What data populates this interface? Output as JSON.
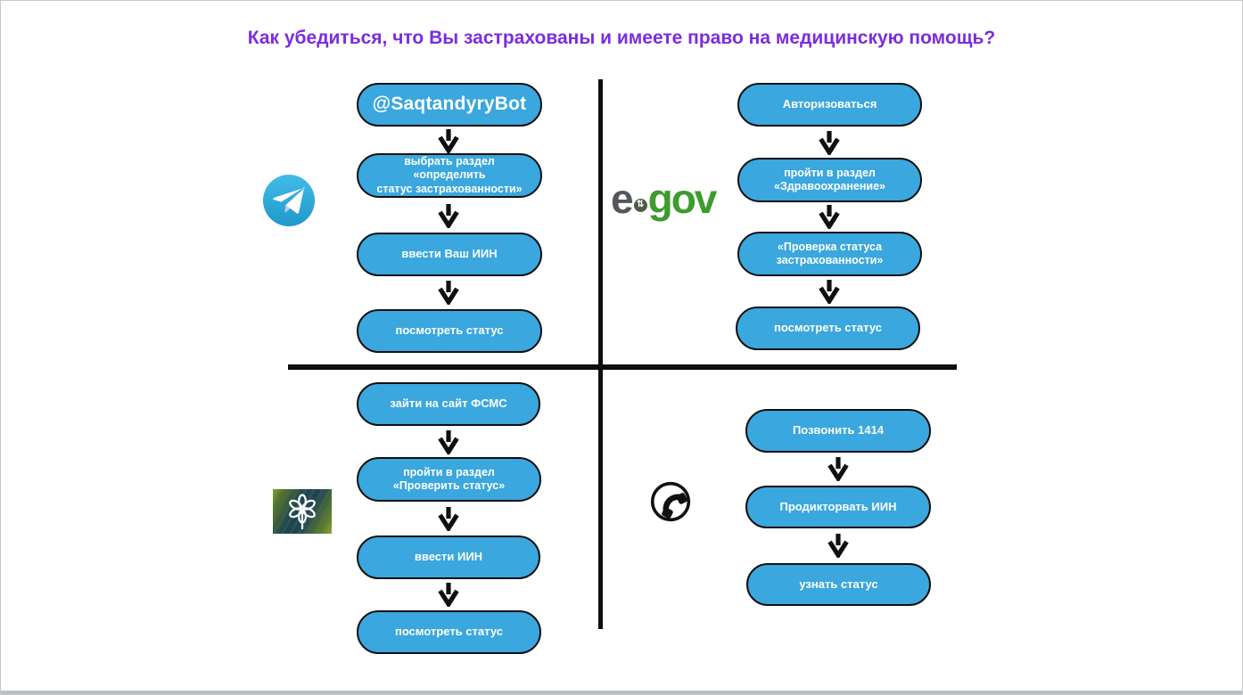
{
  "page": {
    "title": "Как убедиться, что Вы застрахованы и имеете право на медицинскую помощь?"
  },
  "colors": {
    "title_purple": "#7b2ce0",
    "pill_blue": "#3aa7de",
    "pill_border": "#101010",
    "egov_green": "#3e9b2e",
    "egov_gray": "#55565a",
    "telegram_blue": "#37aee2",
    "fsms_teal": "#1f4550",
    "fsms_green": "#6f8d31"
  },
  "icons": {
    "telegram": "telegram-paper-plane-icon",
    "egov": "egov-logo",
    "fsms": "fsms-fund-logo",
    "phone": "phone-handset-icon"
  },
  "quadrants": {
    "telegram_bot": {
      "steps": [
        "@SaqtandyryBot",
        "выбрать раздел\n«определить\nстатус застрахованности»",
        "ввести Ваш ИИН",
        "посмотреть статус"
      ]
    },
    "egov": {
      "logo": {
        "e": "e",
        "dot": "⇅",
        "gov": "gov"
      },
      "steps": [
        "Авторизоваться",
        "пройти в раздел\n«Здравоохранение»",
        "«Проверка статуса\nзастрахованности»",
        "посмотреть статус"
      ]
    },
    "fsms_site": {
      "steps": [
        "зайти на сайт ФСМС",
        "пройти в раздел\n«Проверить статус»",
        "ввести ИИН",
        "посмотреть статус"
      ]
    },
    "call_center": {
      "steps": [
        "Позвонить 1414",
        "Продикторвать ИИН",
        "узнать статус"
      ]
    }
  }
}
